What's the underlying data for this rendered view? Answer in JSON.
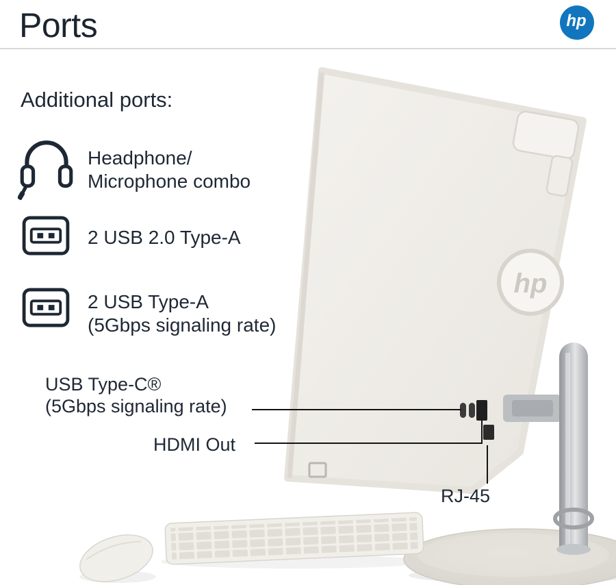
{
  "header": {
    "title": "Ports",
    "logo": "hp"
  },
  "section": {
    "heading": "Additional ports:"
  },
  "port_items": [
    {
      "icon": "headset-icon",
      "lines": [
        "Headphone/",
        "Microphone combo"
      ]
    },
    {
      "icon": "usb-type-a-icon",
      "lines": [
        "2 USB 2.0 Type-A"
      ]
    },
    {
      "icon": "usb-type-a-icon",
      "lines": [
        "2 USB Type-A",
        "(5Gbps signaling rate)"
      ]
    }
  ],
  "callouts": {
    "usb_c": {
      "lines": [
        "USB Type-C®",
        "(5Gbps signaling rate)"
      ]
    },
    "hdmi": {
      "label": "HDMI Out"
    },
    "rj45": {
      "label": "RJ-45"
    }
  },
  "photo": {
    "back_logo": "hp"
  },
  "colors": {
    "hp_blue": "#1176bd",
    "text": "#1e2834",
    "callout_line": "#131313",
    "device_body": "#efede8",
    "stand_silver": "#c6c9cc",
    "base_stone": "#dcd9d1"
  }
}
